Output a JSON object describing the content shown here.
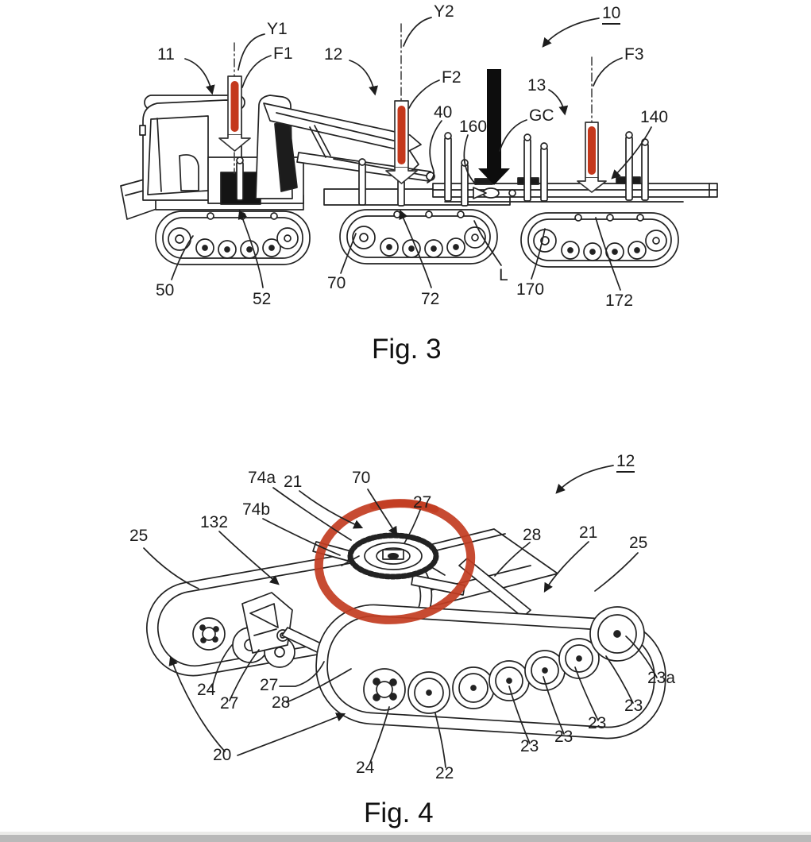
{
  "colors": {
    "ink": "#1f1f1f",
    "highlight_red": "#c4381c",
    "annotation_red": "#c33d22",
    "scrollbar_gray": "#b9b9b9"
  },
  "fig3": {
    "caption": "Fig. 3",
    "labels": [
      {
        "text": "11"
      },
      {
        "text": "Y1"
      },
      {
        "text": "F1"
      },
      {
        "text": "12"
      },
      {
        "text": "Y2"
      },
      {
        "text": "F2"
      },
      {
        "text": "10"
      },
      {
        "text": "13"
      },
      {
        "text": "F3"
      },
      {
        "text": "40"
      },
      {
        "text": "160"
      },
      {
        "text": "GC"
      },
      {
        "text": "140"
      },
      {
        "text": "50"
      },
      {
        "text": "52"
      },
      {
        "text": "70"
      },
      {
        "text": "72"
      },
      {
        "text": "L"
      },
      {
        "text": "170"
      },
      {
        "text": "172"
      }
    ]
  },
  "fig4": {
    "caption": "Fig. 4",
    "labels": [
      {
        "text": "74a"
      },
      {
        "text": "21"
      },
      {
        "text": "70"
      },
      {
        "text": "27"
      },
      {
        "text": "74b"
      },
      {
        "text": "132"
      },
      {
        "text": "25"
      },
      {
        "text": "12"
      },
      {
        "text": "28"
      },
      {
        "text": "21"
      },
      {
        "text": "25"
      },
      {
        "text": "23a"
      },
      {
        "text": "23"
      },
      {
        "text": "23"
      },
      {
        "text": "23"
      },
      {
        "text": "23"
      },
      {
        "text": "24"
      },
      {
        "text": "27"
      },
      {
        "text": "27"
      },
      {
        "text": "28"
      },
      {
        "text": "20"
      },
      {
        "text": "24"
      },
      {
        "text": "22"
      }
    ]
  }
}
